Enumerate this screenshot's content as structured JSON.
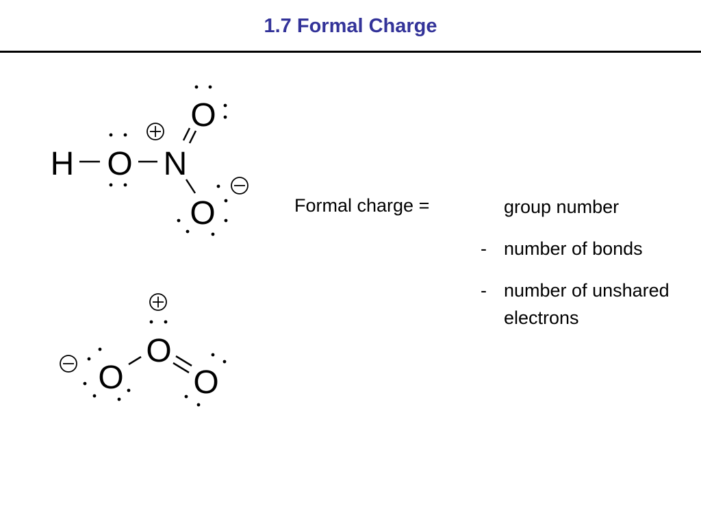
{
  "slide": {
    "title": "1.7 Formal Charge"
  },
  "molecules": {
    "nitric_acid": {
      "atoms": {
        "h": "H",
        "o_left": "O",
        "n": "N",
        "o_top": "O",
        "o_bottom": "O"
      },
      "charges": {
        "n": "plus",
        "o_bottom": "minus"
      }
    },
    "ozone": {
      "atoms": {
        "o_left": "O",
        "o_center": "O",
        "o_right": "O"
      },
      "charges": {
        "o_left": "minus",
        "o_center": "plus"
      }
    }
  },
  "formula": {
    "label": "Formal charge =",
    "term1": "group number",
    "term2_operator": "-",
    "term2": "number of bonds",
    "term3_operator": "-",
    "term3": "number of unshared electrons"
  }
}
